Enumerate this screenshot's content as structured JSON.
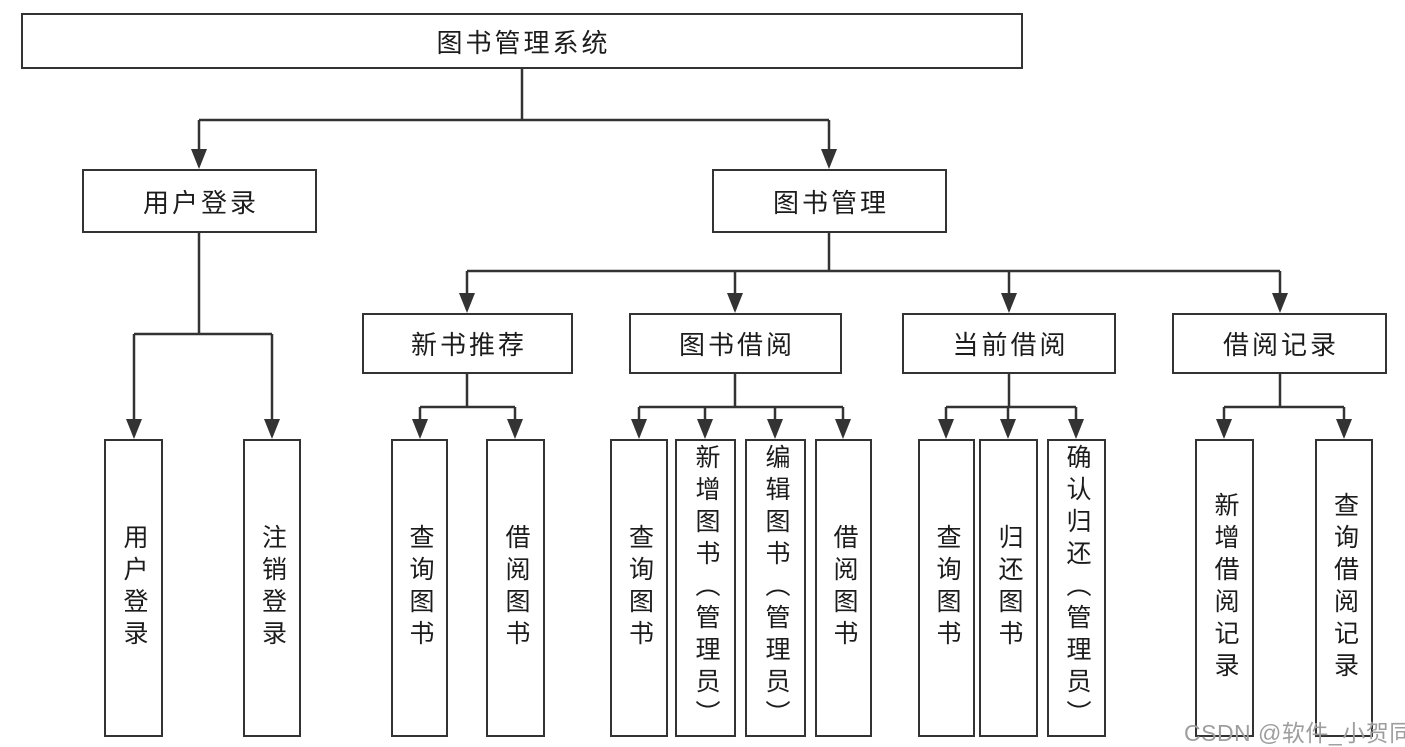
{
  "diagram_title": "图书管理系统",
  "nodes": {
    "root": {
      "label": "图书管理系统"
    },
    "level2": [
      {
        "label": "用户登录"
      },
      {
        "label": "图书管理"
      }
    ],
    "level3": [
      {
        "label": "新书推荐"
      },
      {
        "label": "图书借阅"
      },
      {
        "label": "当前借阅"
      },
      {
        "label": "借阅记录"
      }
    ],
    "leaves": [
      {
        "label": "用户登录"
      },
      {
        "label": "注销登录"
      },
      {
        "label": "查询图书"
      },
      {
        "label": "借阅图书"
      },
      {
        "label": "查询图书"
      },
      {
        "label": "新增图书（管理员）"
      },
      {
        "label": "编辑图书（管理员）"
      },
      {
        "label": "借阅图书"
      },
      {
        "label": "查询图书"
      },
      {
        "label": "归还图书"
      },
      {
        "label": "确认归还（管理员）"
      },
      {
        "label": "新增借阅记录"
      },
      {
        "label": "查询借阅记录"
      }
    ]
  },
  "edges": [
    "图书管理系统→用户登录",
    "图书管理系统→图书管理",
    "用户登录→用户登录",
    "用户登录→注销登录",
    "图书管理→新书推荐",
    "图书管理→图书借阅",
    "图书管理→当前借阅",
    "图书管理→借阅记录",
    "新书推荐→查询图书",
    "新书推荐→借阅图书",
    "图书借阅→查询图书",
    "图书借阅→新增图书（管理员）",
    "图书借阅→编辑图书（管理员）",
    "图书借阅→借阅图书",
    "当前借阅→查询图书",
    "当前借阅→归还图书",
    "当前借阅→确认归还（管理员）",
    "借阅记录→新增借阅记录",
    "借阅记录→查询借阅记录"
  ],
  "watermark": {
    "text": "CSDN @软件_小贺同学",
    "color": "#9e9e9e"
  },
  "colors": {
    "line": "#333333",
    "box_border": "#333333",
    "text": "#1c1c1c",
    "background": "#ffffff"
  }
}
